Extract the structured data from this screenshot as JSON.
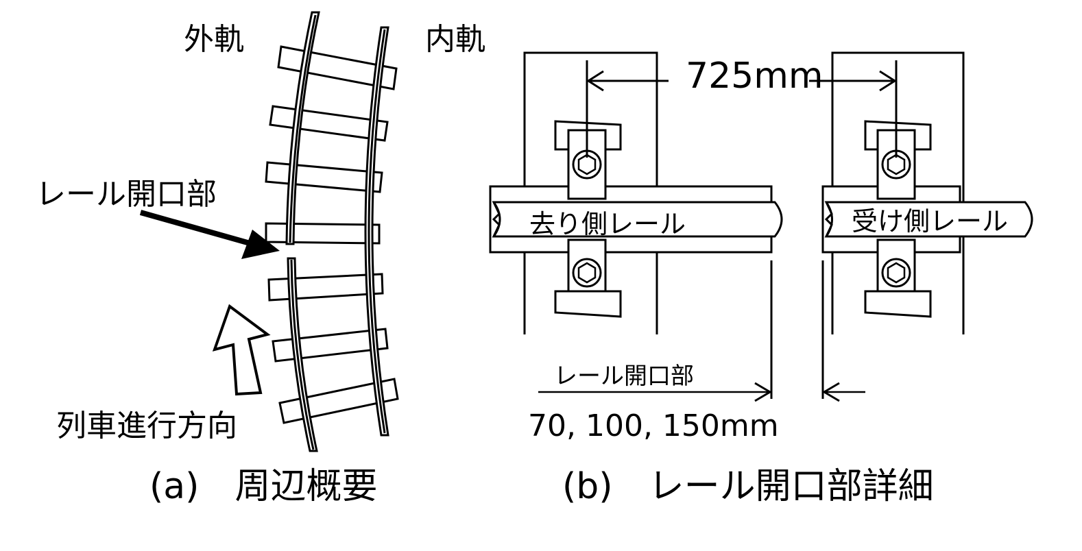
{
  "panel_a": {
    "outer_rail_label": "外軌",
    "inner_rail_label": "内軌",
    "gap_label": "レール開口部",
    "direction_label": "列車進行方向",
    "caption": "(a)　周辺概要"
  },
  "panel_b": {
    "gauge_label": "725mm",
    "leaving_rail_label": "去り側レール",
    "receiving_rail_label": "受け側レール",
    "gap_label": "レール開口部",
    "gap_values": "70, 100, 150mm",
    "caption": "(b)　レール開口部詳細"
  }
}
